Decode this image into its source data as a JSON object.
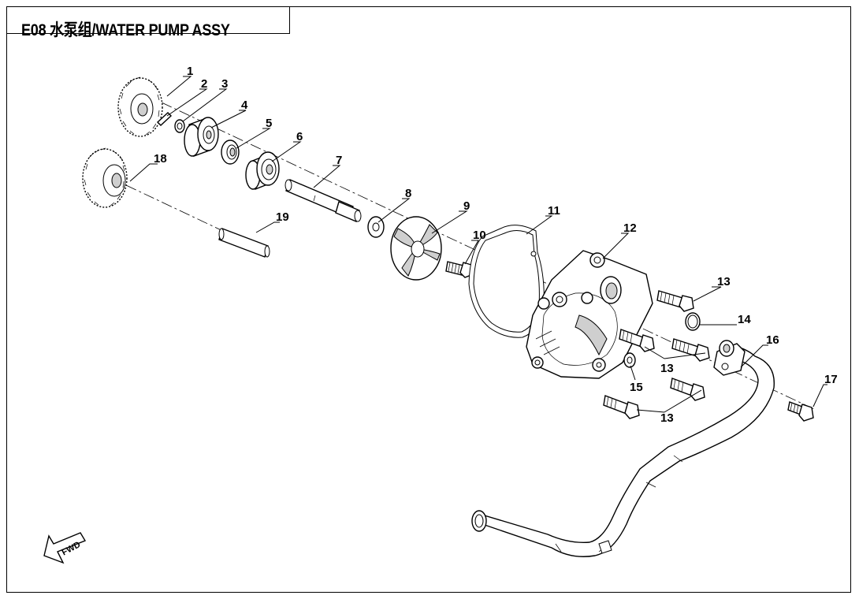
{
  "title": "E08 水泵组/WATER PUMP ASSY",
  "fwd_label": "FWD",
  "callouts": {
    "c1": "1",
    "c2": "2",
    "c3": "3",
    "c4": "4",
    "c5": "5",
    "c6": "6",
    "c7": "7",
    "c8": "8",
    "c9": "9",
    "c10": "10",
    "c11": "11",
    "c12": "12",
    "c13a": "13",
    "c13b": "13",
    "c13c": "13",
    "c14": "14",
    "c15": "15",
    "c16": "16",
    "c17": "17",
    "c18": "18",
    "c19": "19"
  }
}
